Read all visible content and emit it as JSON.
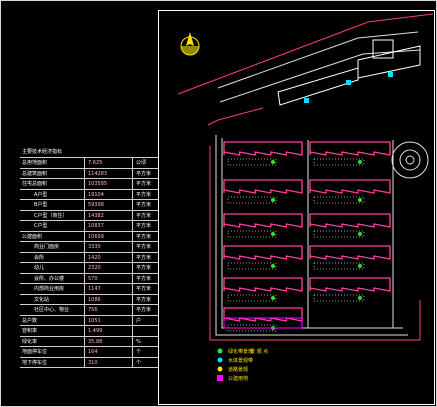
{
  "table": {
    "title": "主要技术经济指标",
    "rows": [
      {
        "name": "总用地面积",
        "value": "7.625",
        "unit": "公顷",
        "indent": false
      },
      {
        "name": "总建筑面积",
        "value": "114283",
        "unit": "平方米",
        "indent": false
      },
      {
        "name": "住宅总面积",
        "value": "103585",
        "unit": "平方米",
        "indent": false
      },
      {
        "name": "A户型",
        "value": "19104",
        "unit": "平方米",
        "indent": true
      },
      {
        "name": "B户型",
        "value": "59398",
        "unit": "平方米",
        "indent": true
      },
      {
        "name": "C户型（商住）",
        "value": "14382",
        "unit": "平方米",
        "indent": true
      },
      {
        "name": "C户型",
        "value": "10837",
        "unit": "平方米",
        "indent": true
      },
      {
        "name": "公建面积",
        "value": "10699",
        "unit": "平方米",
        "indent": false
      },
      {
        "name": "商业门面房",
        "value": "3330",
        "unit": "平方米",
        "indent": true
      },
      {
        "name": "会所",
        "value": "1420",
        "unit": "平方米",
        "indent": true
      },
      {
        "name": "幼儿",
        "value": "2320",
        "unit": "平方米",
        "indent": true
      },
      {
        "name": "会所、办公楼",
        "value": "570",
        "unit": "平方米",
        "indent": true
      },
      {
        "name": "内部商业用房",
        "value": "1147",
        "unit": "平方米",
        "indent": true
      },
      {
        "name": "文化站",
        "value": "1086",
        "unit": "平方米",
        "indent": true
      },
      {
        "name": "社区中心、物业",
        "value": "756",
        "unit": "平方米",
        "indent": true
      },
      {
        "name": "总户数",
        "value": "1051",
        "unit": "户",
        "indent": false
      },
      {
        "name": "容积率",
        "value": "1.499",
        "unit": "",
        "indent": false
      },
      {
        "name": "绿化率",
        "value": "35.88",
        "unit": "%",
        "indent": false
      },
      {
        "name": "地面停车位",
        "value": "164",
        "unit": "个",
        "indent": false
      },
      {
        "name": "地下停车位",
        "value": "310",
        "unit": "个",
        "indent": false
      }
    ]
  },
  "plan": {
    "legend": [
      "绿化带景观",
      "水体景观带",
      "道路景观",
      "公建用地"
    ],
    "legend_title": "景 观 点",
    "colors": {
      "building": "#ff3fa0",
      "road": "#ffffff",
      "north": "#ffe000",
      "green": "#2fe02f",
      "cyan": "#00e5ff",
      "magenta": "#ff00ff"
    },
    "icons": [
      "north-arrow-icon"
    ]
  }
}
